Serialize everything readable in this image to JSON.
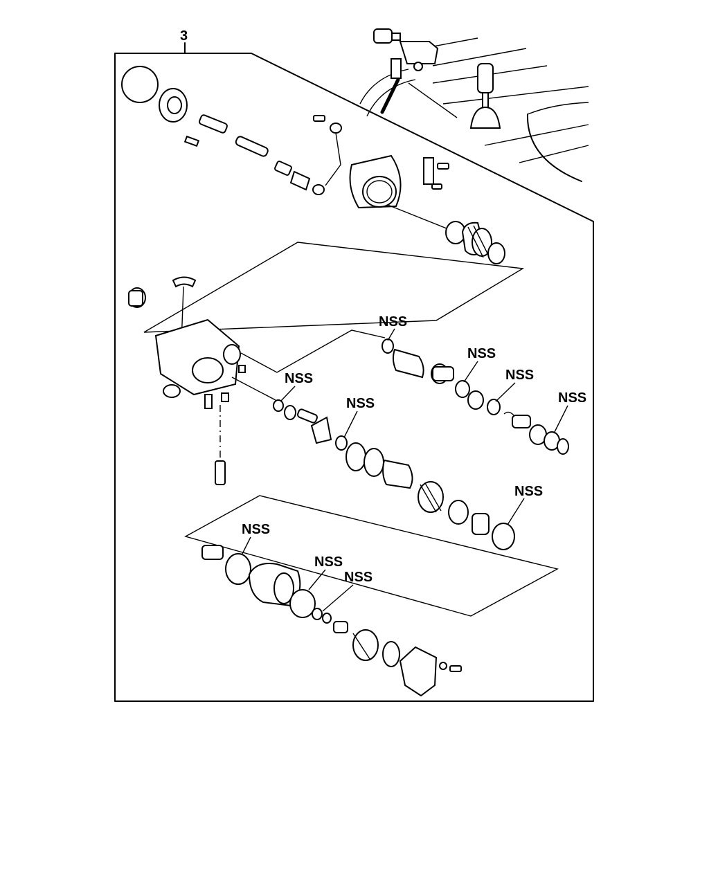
{
  "callout_number": "3",
  "nss_labels": [
    "NSS",
    "NSS",
    "NSS",
    "NSS",
    "NSS",
    "NSS",
    "NSS",
    "NSS",
    "NSS"
  ]
}
